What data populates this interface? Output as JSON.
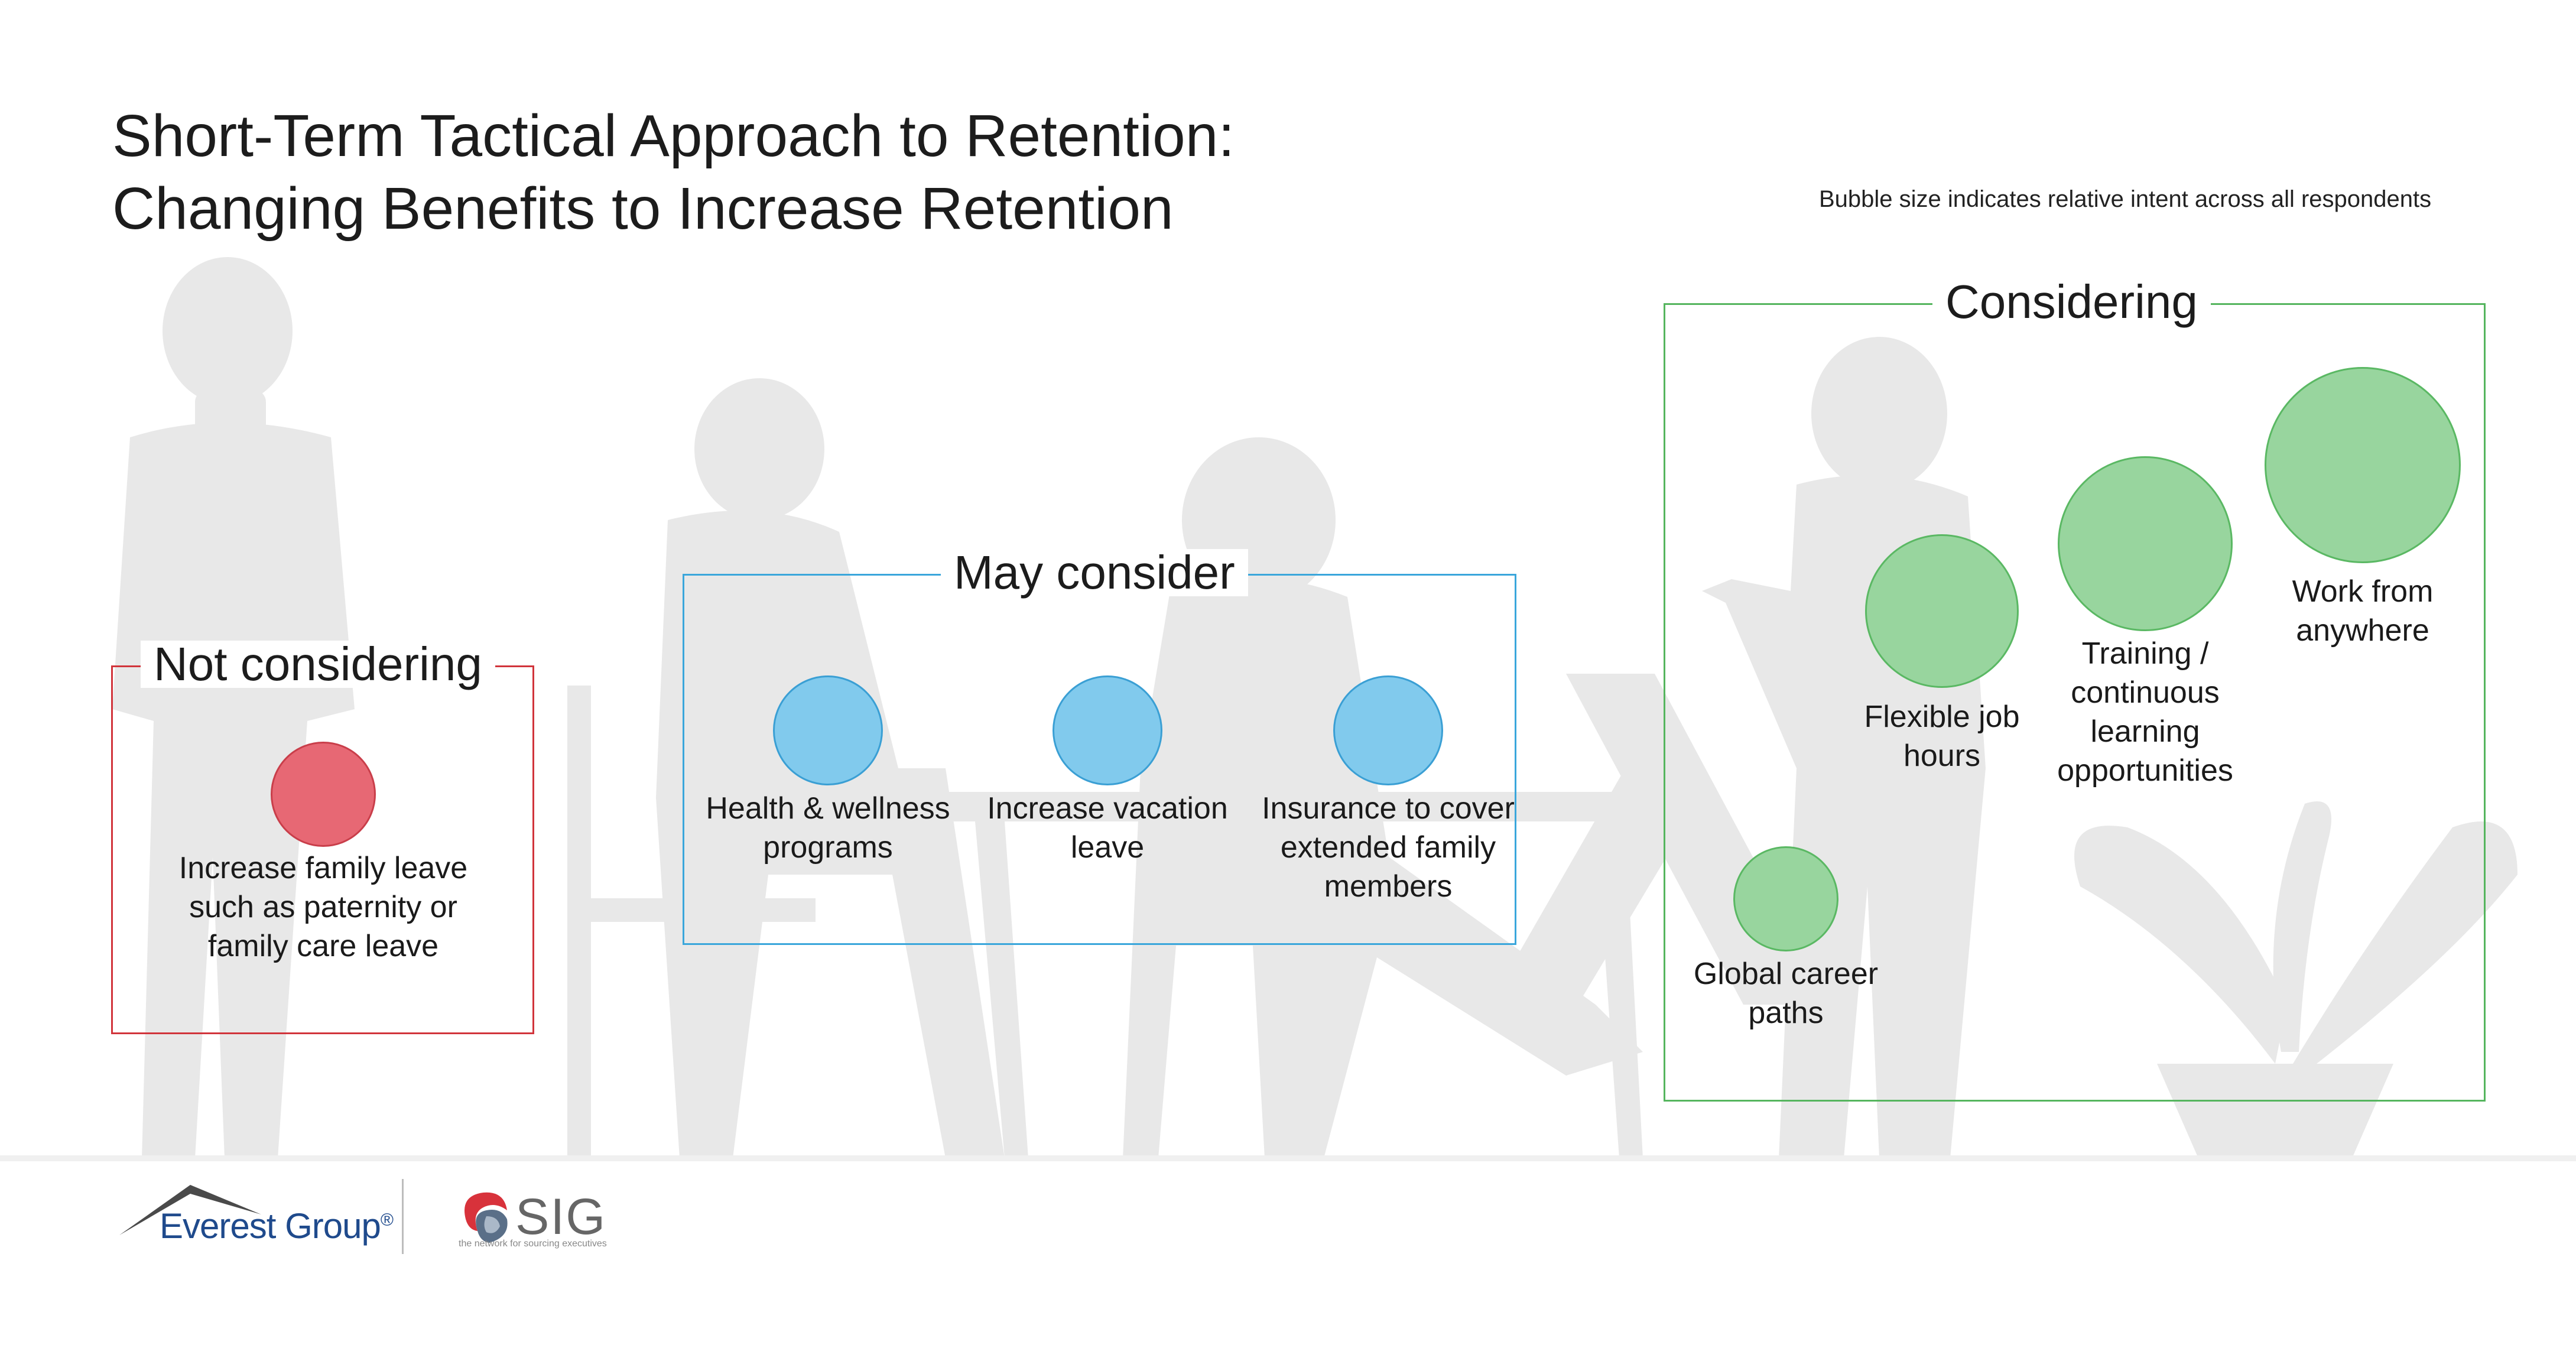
{
  "title": {
    "line1": "Short-Term Tactical Approach to Retention:",
    "line2": "Changing Benefits to Increase Retention"
  },
  "note": "Bubble size indicates relative intent across all respondents",
  "groups": {
    "not_considering": {
      "label": "Not considering",
      "color": "#d1343b",
      "items": [
        {
          "label": "Increase family leave such as paternity or family care leave"
        }
      ]
    },
    "may_consider": {
      "label": "May consider",
      "color": "#3aa6db",
      "items": [
        {
          "label": "Health & wellness programs"
        },
        {
          "label": "Increase vacation leave"
        },
        {
          "label": "Insurance to cover extended family members"
        }
      ]
    },
    "considering": {
      "label": "Considering",
      "color": "#55b55e",
      "items": [
        {
          "label": "Flexible job hours"
        },
        {
          "label": "Training / continuous learning opportunities"
        },
        {
          "label": "Work from anywhere"
        },
        {
          "label": "Global career paths"
        }
      ]
    }
  },
  "footer": {
    "everest_brand": "Everest Group",
    "everest_mark": "®",
    "sig_brand": "SIG",
    "sig_tagline": "the network for sourcing executives"
  }
}
